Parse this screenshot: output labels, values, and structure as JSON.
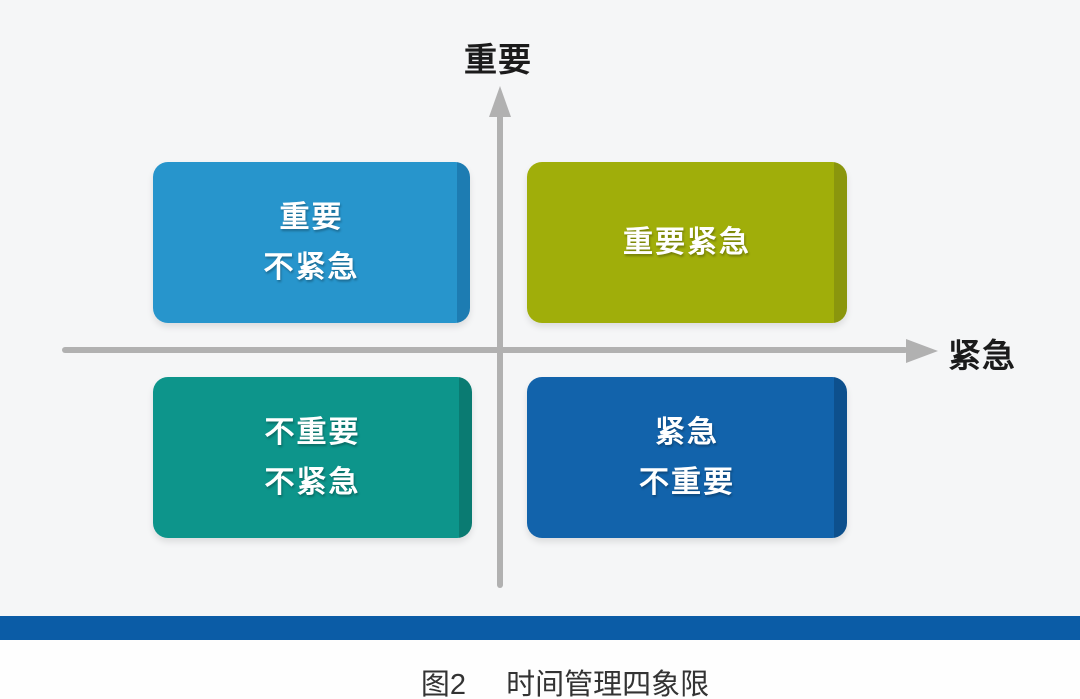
{
  "figure": {
    "axes": {
      "y_label": "重要",
      "x_label": "紧急",
      "axis_color": "#b1b1b1"
    },
    "quadrants": [
      {
        "position": "top-left",
        "label_lines": [
          "重要",
          "不紧急"
        ],
        "fill": "#2795cc",
        "edge": "#1d7cb2"
      },
      {
        "position": "top-right",
        "label_lines": [
          "重要紧急"
        ],
        "fill": "#a0ae0a",
        "edge": "#8a960d"
      },
      {
        "position": "bottom-left",
        "label_lines": [
          "不重要",
          "不紧急"
        ],
        "fill": "#0d958b",
        "edge": "#0a7b72"
      },
      {
        "position": "bottom-right",
        "label_lines": [
          "紧急",
          "不重要"
        ],
        "fill": "#1263ab",
        "edge": "#0d508d"
      }
    ],
    "divider_color": "#0b5ca6",
    "caption": {
      "prefix": "图2",
      "title": "时间管理四象限"
    }
  }
}
